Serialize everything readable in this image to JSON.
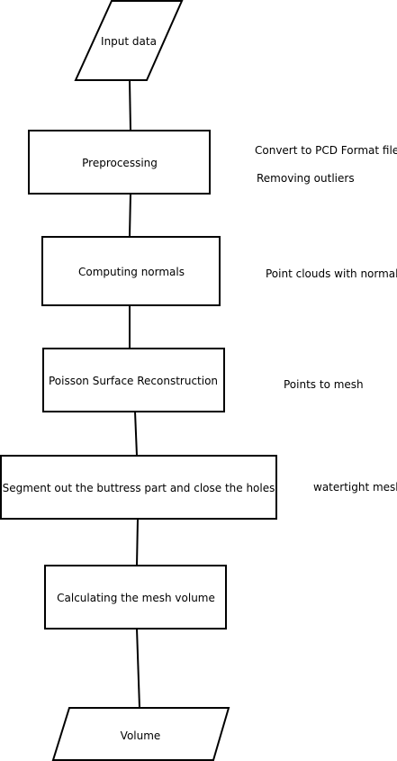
{
  "nodes": [
    {
      "id": "input",
      "shape": "parallelogram",
      "label": "Input data"
    },
    {
      "id": "preprocessing",
      "shape": "rect",
      "label": "Preprocessing"
    },
    {
      "id": "normals",
      "shape": "rect",
      "label": "Computing normals"
    },
    {
      "id": "poisson",
      "shape": "rect",
      "label": "Poisson Surface Reconstruction"
    },
    {
      "id": "segment",
      "shape": "rect",
      "label": "Segment out the buttress part and close the holes"
    },
    {
      "id": "volume_calc",
      "shape": "rect",
      "label": "Calculating the mesh volume"
    },
    {
      "id": "output",
      "shape": "parallelogram",
      "label": "Volume"
    }
  ],
  "annotations": [
    {
      "id": "pcd",
      "label": "Convert to PCD Format file."
    },
    {
      "id": "outliers",
      "label": "Removing outliers"
    },
    {
      "id": "normals_note",
      "label": "Point clouds with normals"
    },
    {
      "id": "mesh_note",
      "label": "Points to mesh"
    },
    {
      "id": "watertight",
      "label": "watertight mesh"
    }
  ]
}
